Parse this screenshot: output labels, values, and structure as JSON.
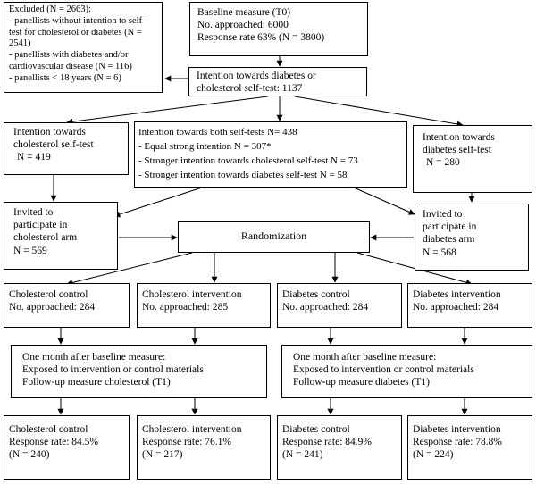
{
  "excluded": [
    "Excluded (N = 2663):",
    "- panellists without intention to self-test for cholesterol or diabetes (N = 2541)",
    "- panellists with diabetes and/or cardiovascular disease (N = 116)",
    "- panellists < 18 years (N = 6)"
  ],
  "baseline": [
    "Baseline measure (T0)",
    "No. approached: 6000",
    "Response rate 63% (N = 3800)"
  ],
  "intention_any": [
    "Intention towards diabetes or",
    "cholesterol self-test: 1137"
  ],
  "intention_cholesterol": [
    "Intention towards",
    "cholesterol self-test",
    "N = 419"
  ],
  "intention_both": [
    "Intention towards both self-tests N= 438",
    "- Equal strong intention N = 307*",
    "- Stronger intention towards cholesterol self-test N = 73",
    "- Stronger intention towards diabetes self-test N = 58"
  ],
  "intention_diabetes": [
    "Intention towards",
    "diabetes self-test",
    "N = 280"
  ],
  "invited_cholesterol": [
    "Invited to",
    "participate in",
    "cholesterol arm",
    "N = 569"
  ],
  "randomization": [
    "Randomization"
  ],
  "invited_diabetes": [
    "Invited to",
    "participate in",
    "diabetes arm",
    "N = 568"
  ],
  "arm_chol_control": [
    "Cholesterol control",
    "No. approached: 284"
  ],
  "arm_chol_intervention": [
    "Cholesterol intervention",
    "No. approached: 285"
  ],
  "arm_diab_control": [
    "Diabetes control",
    "No. approached: 284"
  ],
  "arm_diab_intervention": [
    "Diabetes intervention",
    "No. approached: 284"
  ],
  "followup_cholesterol": [
    "One month after baseline measure:",
    "Exposed to intervention or control materials",
    "Follow-up measure cholesterol (T1)"
  ],
  "followup_diabetes": [
    "One month after baseline measure:",
    "Exposed to intervention or control materials",
    "Follow-up measure diabetes (T1)"
  ],
  "result_chol_control": [
    "Cholesterol control",
    "Response rate: 84.5%",
    "(N = 240)"
  ],
  "result_chol_intervention": [
    "Cholesterol intervention",
    "Response rate: 76.1%",
    "(N = 217)"
  ],
  "result_diab_control": [
    "Diabetes control",
    "Response rate: 84.9%",
    "(N = 241)"
  ],
  "result_diab_intervention": [
    "Diabetes intervention",
    "Response rate: 78.8%",
    "(N = 224)"
  ]
}
